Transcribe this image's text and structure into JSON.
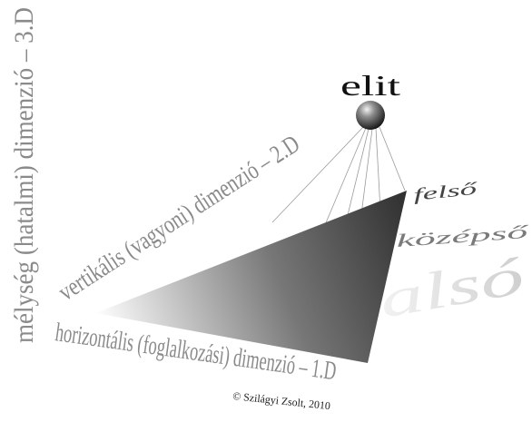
{
  "labels": {
    "elite": "elit",
    "axis_depth": "mélység (hatalmi) dimenzió – 3.D",
    "axis_vertical": "vertikális (vagyoni) dimenzió – 2.D",
    "axis_horizontal": "horizontális (foglalkozási) dimenzió – 1.D",
    "level_upper": "felső",
    "level_middle": "középső",
    "level_lower": "alsó",
    "copyright": "© Szilágyi Zsolt, 2010"
  },
  "colors": {
    "axis_text": "#8a8a8a",
    "triangle_dark": "#3a3a3a",
    "triangle_light": "#ffffff",
    "sphere_dark": "#111111",
    "sphere_light": "#d8d8d8",
    "string_line": "#9a9a9a",
    "level_lower_text": "#e0e0e0"
  }
}
